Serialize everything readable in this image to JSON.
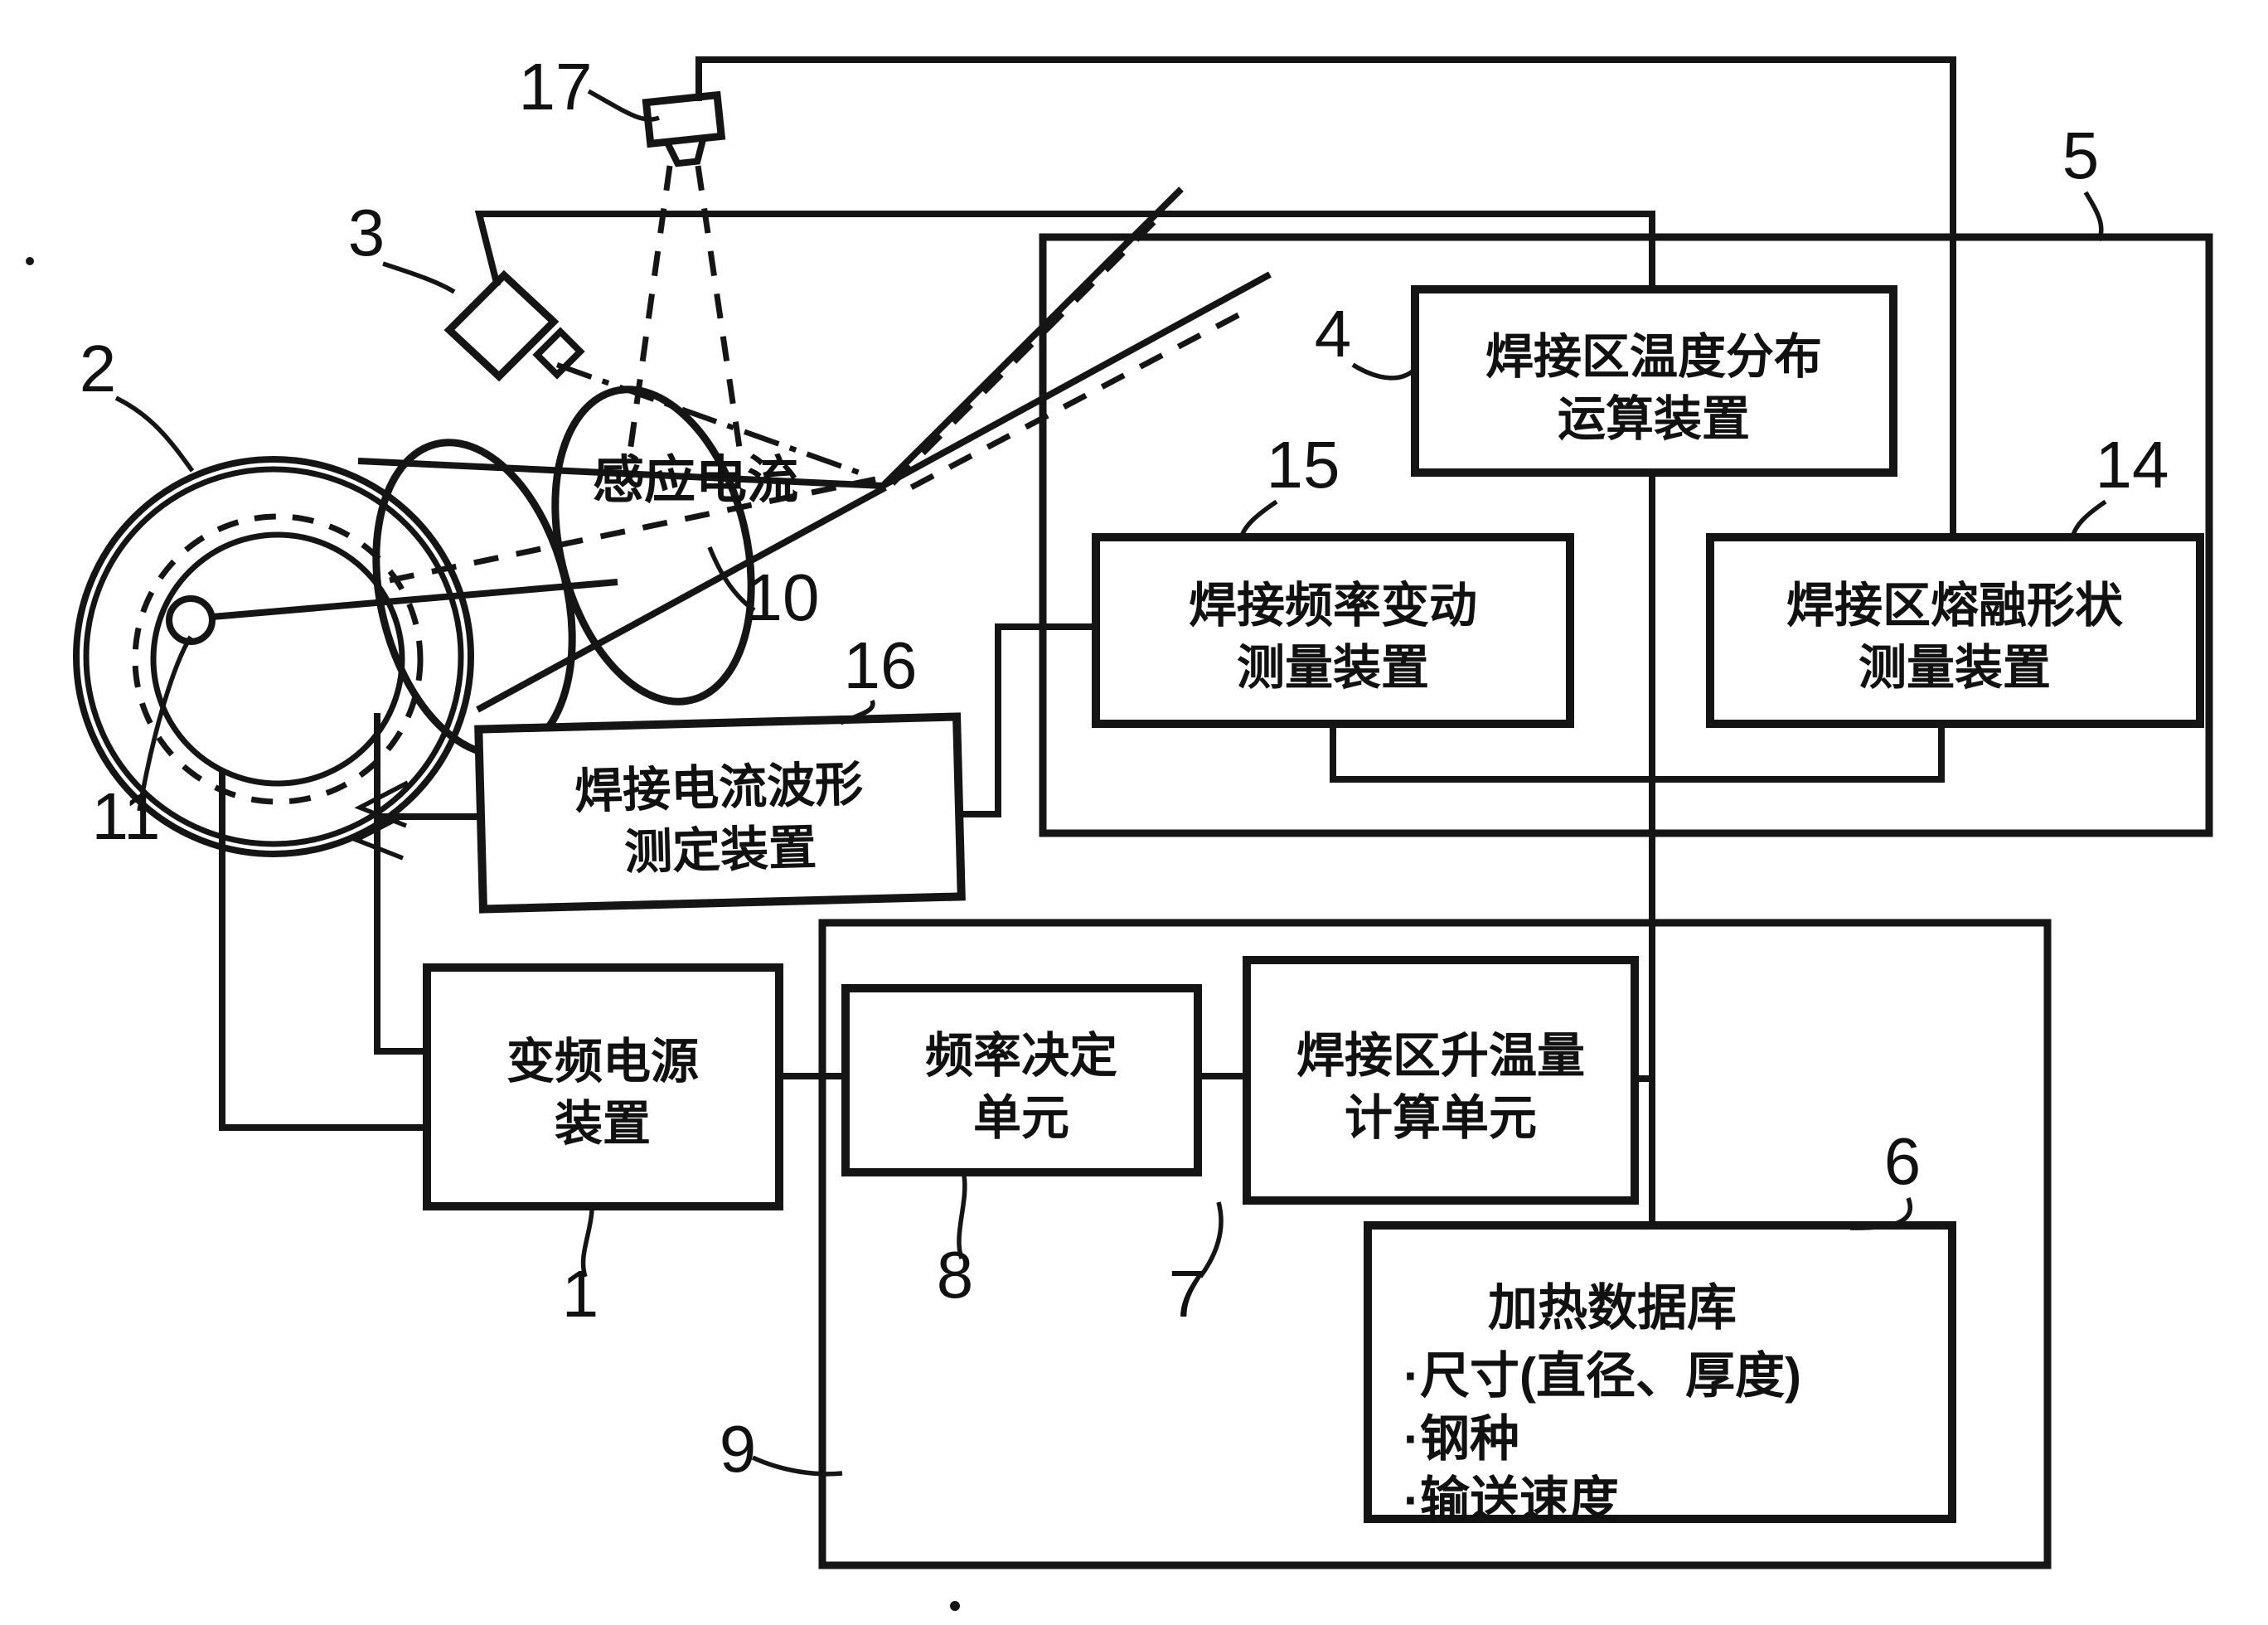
{
  "diagram": {
    "boxes": {
      "b4": {
        "line1": "焊接区温度分布",
        "line2": "运算装置"
      },
      "b15": {
        "line1": "焊接频率变动",
        "line2": "测量装置"
      },
      "b14": {
        "line1": "焊接区熔融形状",
        "line2": "测量装置"
      },
      "b16": {
        "line1": "焊接电流波形",
        "line2": "测定装置"
      },
      "b1": {
        "line1": "变频电源",
        "line2": "装置"
      },
      "b8": {
        "line1": "频率决定",
        "line2": "单元"
      },
      "b7": {
        "line1": "焊接区升温量",
        "line2": "计算单元"
      },
      "b6": {
        "title": "加热数据库",
        "item1": "·尺寸(直径、厚度)",
        "item2": "·钢种",
        "item3": "·输送速度"
      }
    },
    "ref_labels": {
      "n1": "1",
      "n2": "2",
      "n3": "3",
      "n4": "4",
      "n5": "5",
      "n6": "6",
      "n7": "7",
      "n8": "8",
      "n9": "9",
      "n10": "10",
      "n11": "11",
      "n14": "14",
      "n15": "15",
      "n16": "16",
      "n17": "17"
    },
    "annotations": {
      "induced_current": "感应电流"
    }
  }
}
